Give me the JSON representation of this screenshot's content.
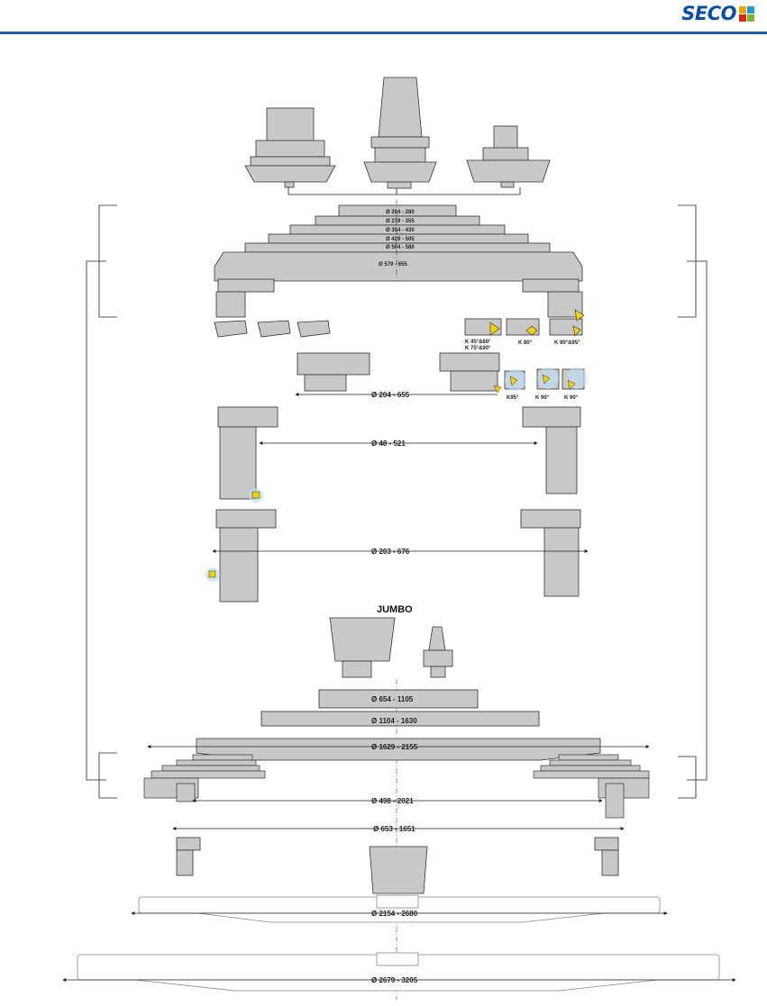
{
  "brand": {
    "name": "SECO",
    "colors": [
      "#f5a400",
      "#1d9bd6",
      "#e2231a",
      "#7ab929"
    ],
    "rule_color": "#1f5fa8"
  },
  "palette": {
    "part": "#c8c8c8",
    "part_dark": "#8a8a8a",
    "outline": "#333333",
    "insert": "#f2d200",
    "halo": "#bfe0f5"
  },
  "section_label": "JUMBO",
  "bar_ranges": [
    "Ø 204 - 280",
    "Ø 279 - 355",
    "Ø 354 - 430",
    "Ø 429 - 505",
    "Ø 504 - 580",
    "Ø 579 - 655"
  ],
  "insert_labels": {
    "left_pair": [
      "K 45°&60°",
      "K 75°&90°"
    ],
    "k80": "K 80°",
    "k9095": "K 90°&95°",
    "k95": "K95°",
    "k90a": "K 90°",
    "k90b": "K 90°"
  },
  "dimensions": {
    "d_204_655": "Ø 204 - 655",
    "d_48_521": "Ø 48 - 521",
    "d_203_676": "Ø 203 - 676",
    "d_654_1105": "Ø 654 - 1105",
    "d_1104_1630": "Ø 1104 - 1630",
    "d_1629_2155": "Ø 1629 - 2155",
    "d_498_2021": "Ø 498 - 2021",
    "d_653_1651": "Ø  653 - 1651",
    "d_2154_2680": "Ø 2154 - 2680",
    "d_2679_3205": "Ø 2679 - 3205"
  }
}
